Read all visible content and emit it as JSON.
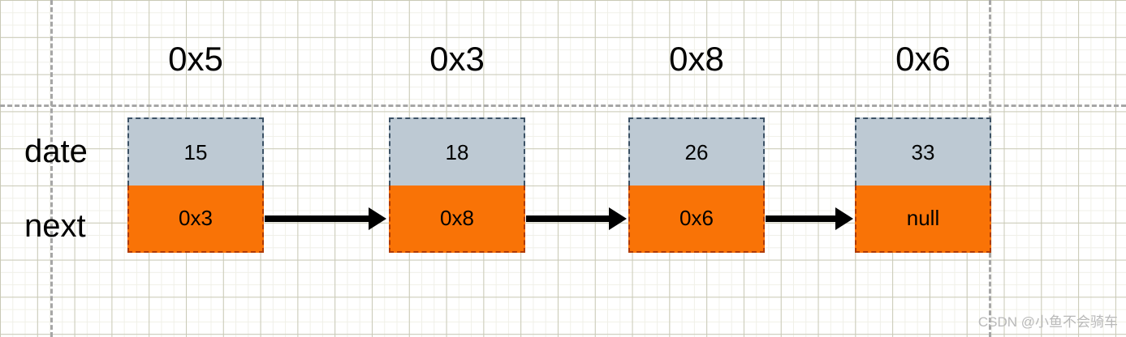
{
  "diagram": {
    "title": "singly-linked-list",
    "row_labels": {
      "data": "date",
      "next": "next"
    },
    "nodes": [
      {
        "address": "0x5",
        "data": "15",
        "next": "0x3"
      },
      {
        "address": "0x3",
        "data": "18",
        "next": "0x8"
      },
      {
        "address": "0x8",
        "data": "26",
        "next": "0x6"
      },
      {
        "address": "0x6",
        "data": "33",
        "next": "null"
      }
    ],
    "arrows": [
      {
        "from": "0x5",
        "to": "0x3"
      },
      {
        "from": "0x3",
        "to": "0x8"
      },
      {
        "from": "0x8",
        "to": "0x6"
      }
    ],
    "colors": {
      "data_cell_fill": "#bdc9d3",
      "data_cell_border": "#3c5266",
      "next_cell_fill": "#f97306",
      "next_cell_border": "#b03a00",
      "arrow": "#000000",
      "grid_major": "#c9c9b6",
      "grid_minor": "#f0f0e8",
      "guide_line": "#a6a6a6"
    }
  },
  "watermark": {
    "text": "CSDN @小鱼不会骑车"
  }
}
